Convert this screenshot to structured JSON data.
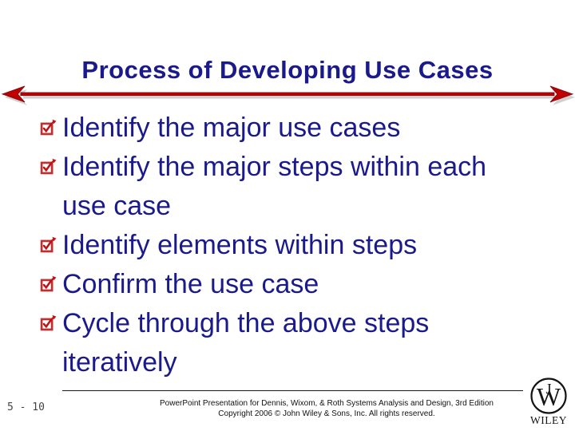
{
  "slide": {
    "title": "Process of Developing Use Cases",
    "bullets": [
      "Identify the major use cases",
      "Identify the major steps within each use case",
      "Identify elements within steps",
      "Confirm the use case",
      "Cycle through the above steps iteratively"
    ],
    "bullet_icon": "checked-checkbox-icon",
    "divider_icon": "double-headed-arrow-icon",
    "footer": {
      "page_number": "5 - 10",
      "credit_line1": "PowerPoint Presentation for Dennis, Wixom, & Roth Systems Analysis and Design, 3rd Edition",
      "credit_line2": "Copyright 2006 © John Wiley & Sons, Inc.  All rights reserved.",
      "logo_monogram_j": "J",
      "logo_monogram_w": "W",
      "logo_text": "WILEY"
    },
    "colors": {
      "title_text": "#1a1a8c",
      "body_text": "#1a1a8c",
      "accent_red": "#c00000",
      "background": "#ffffff"
    }
  }
}
